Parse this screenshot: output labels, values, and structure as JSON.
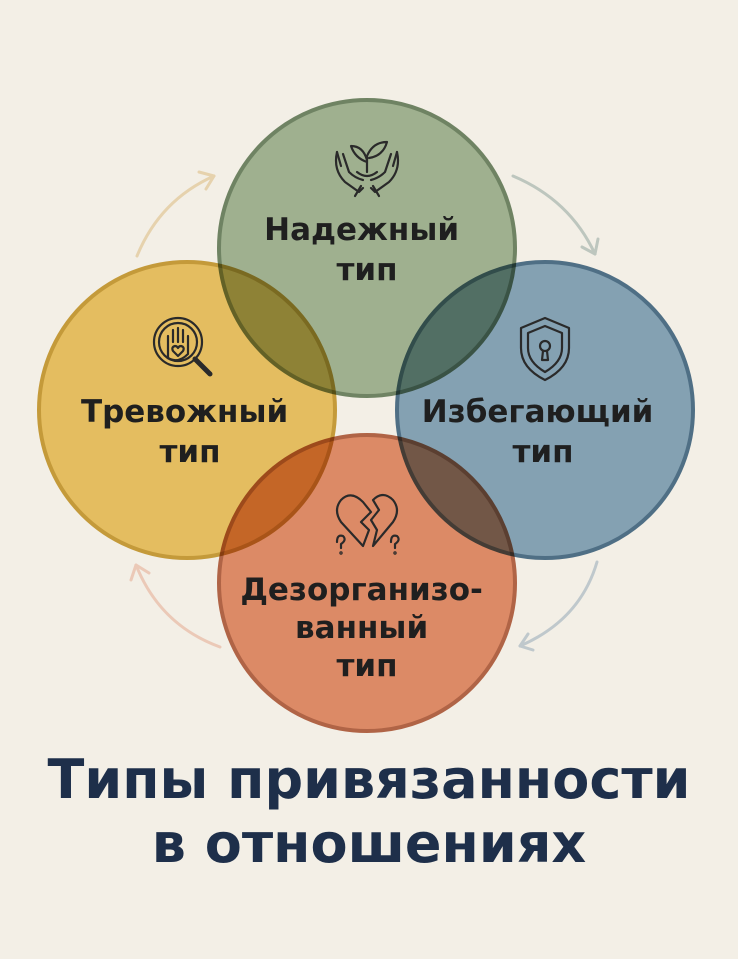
{
  "diagram": {
    "circles": [
      {
        "id": "secure",
        "lines": [
          "Надежный",
          "тип"
        ],
        "icon": "hands-sprout-icon",
        "fill": "#9fb08f",
        "stroke": "#6f8363"
      },
      {
        "id": "avoidant",
        "lines": [
          "Избегающий",
          "тип"
        ],
        "icon": "shield-keyhole-icon",
        "fill": "#84a1b2",
        "stroke": "#4f6f85"
      },
      {
        "id": "disorganized",
        "lines": [
          "Дезорганизо-",
          "ванный",
          "тип"
        ],
        "icon": "broken-heart-icon",
        "fill": "#dc8a66",
        "stroke": "#b06446"
      },
      {
        "id": "anxious",
        "lines": [
          "Тревожный",
          "тип"
        ],
        "icon": "hand-heart-magnifier-icon",
        "fill": "#e4bd60",
        "stroke": "#c49a3a"
      }
    ]
  },
  "title": {
    "line1": "Типы привязанности",
    "line2": "в отношениях"
  }
}
